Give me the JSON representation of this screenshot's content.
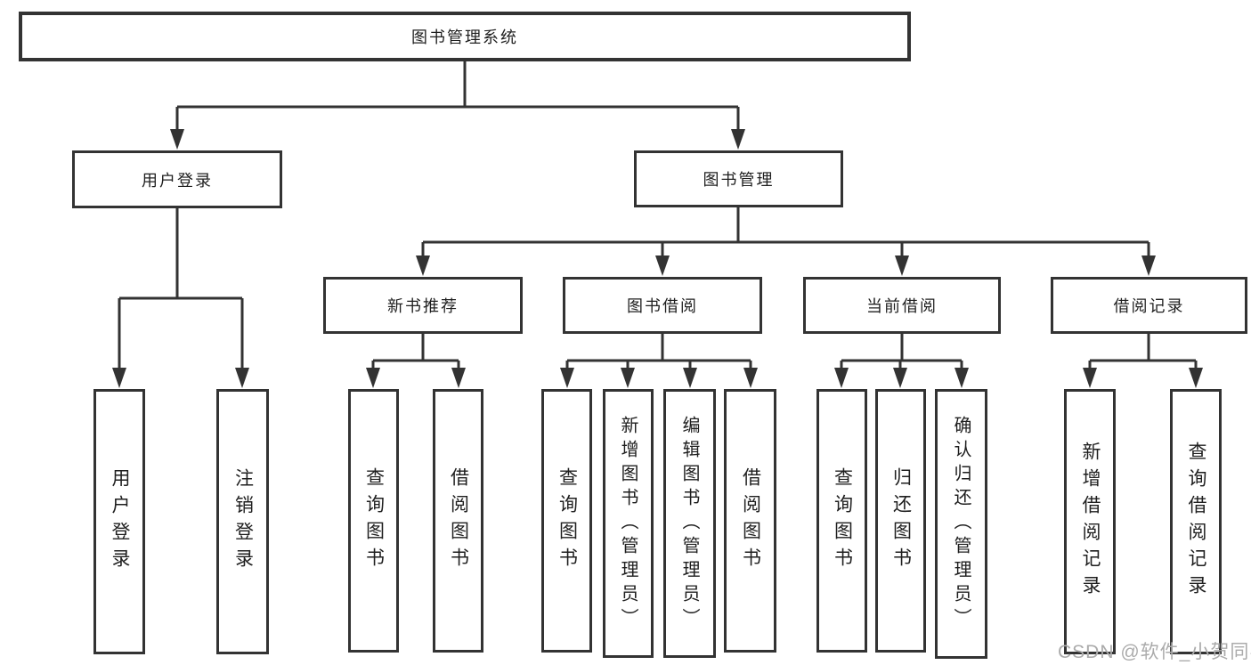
{
  "diagram": {
    "type": "org-tree",
    "nodes": {
      "root": "图书管理系统",
      "user_login": "用户登录",
      "book_mgmt": "图书管理",
      "login_user": "用户登录",
      "login_logout": "注销登录",
      "new_books": "新书推荐",
      "book_borrow": "图书借阅",
      "current_borrow": "当前借阅",
      "borrow_records": "借阅记录",
      "nb_query": "查询图书",
      "nb_borrow": "借阅图书",
      "bb_query": "查询图书",
      "bb_add": "新增图书（管理员）",
      "bb_edit": "编辑图书（管理员）",
      "bb_borrow": "借阅图书",
      "cb_query": "查询图书",
      "cb_return": "归还图书",
      "cb_confirm": "确认归还（管理员）",
      "br_add": "新增借阅记录",
      "br_query": "查询借阅记录"
    },
    "hierarchy": {
      "图书管理系统": {
        "用户登录": [
          "用户登录",
          "注销登录"
        ],
        "图书管理": {
          "新书推荐": [
            "查询图书",
            "借阅图书"
          ],
          "图书借阅": [
            "查询图书",
            "新增图书（管理员）",
            "编辑图书（管理员）",
            "借阅图书"
          ],
          "当前借阅": [
            "查询图书",
            "归还图书",
            "确认归还（管理员）"
          ],
          "借阅记录": [
            "新增借阅记录",
            "查询借阅记录"
          ]
        }
      }
    },
    "watermark": "CSDN @软件_小贺同学",
    "colors": {
      "line": "#333333",
      "box_border": "#333333",
      "text": "#1f1f1f",
      "background": "#ffffff",
      "watermark": "#ababab"
    }
  }
}
